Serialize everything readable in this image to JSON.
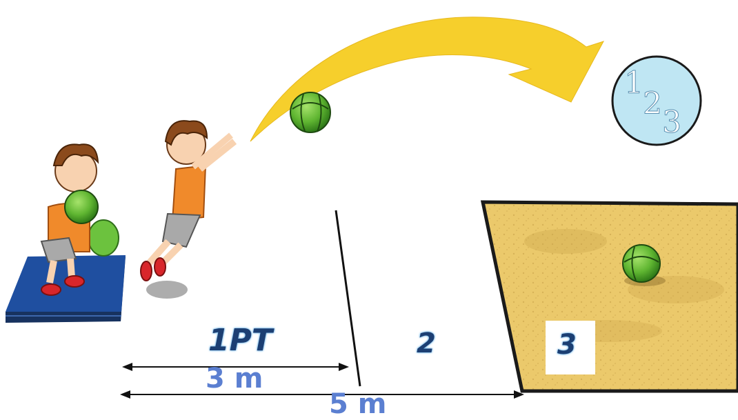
{
  "zones": {
    "zone1_label": "1PT",
    "zone2_label": "2",
    "zone3_label": "3"
  },
  "distances": {
    "short_label": "3 m",
    "long_label": "5 m"
  },
  "badge": {
    "sub1": "1",
    "sub2": "2",
    "sub3": "3"
  },
  "colors": {
    "sand": "#e9c86a",
    "mat": "#1f4fa0",
    "ball": "#6cc23e",
    "arrow": "#f6cf2c",
    "badge": "#bfe6f3",
    "label": "#1c3f73",
    "distance": "#5b7fd1"
  },
  "icons": {
    "badge": "numbers-123-icon",
    "ball": "medicine-ball-icon"
  }
}
